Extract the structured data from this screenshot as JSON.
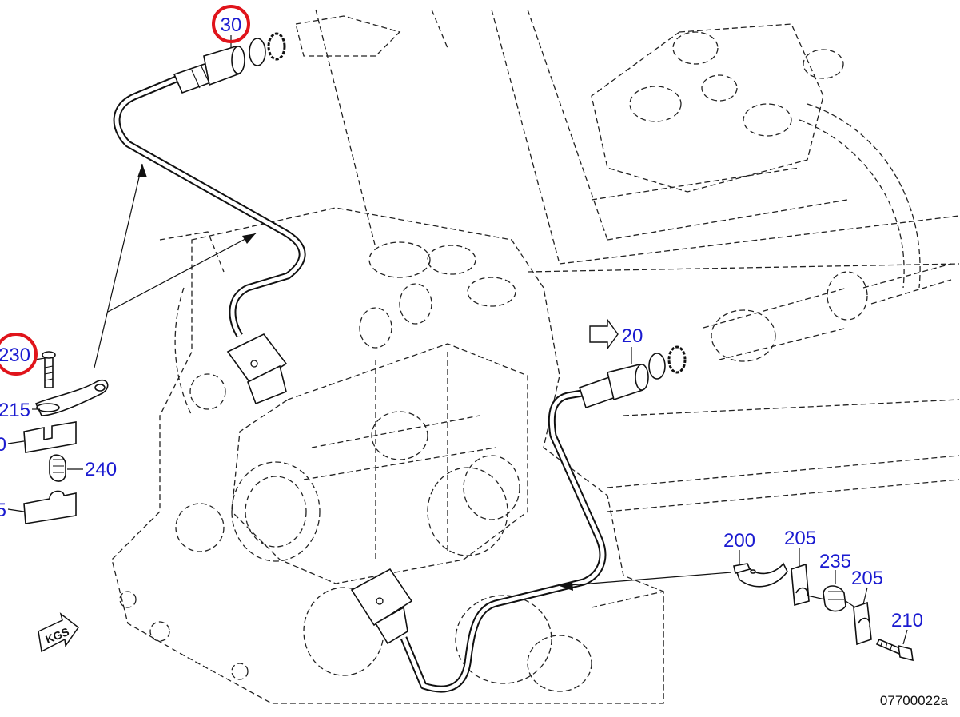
{
  "diagram": {
    "callouts": [
      {
        "id": "c30",
        "label": "30",
        "highlighted": true
      },
      {
        "id": "c20",
        "label": "20",
        "highlighted": false
      },
      {
        "id": "c230",
        "label": "230",
        "highlighted": true
      },
      {
        "id": "c215",
        "label": "215",
        "highlighted": false
      },
      {
        "id": "c210l",
        "label": "0",
        "highlighted": false
      },
      {
        "id": "c240",
        "label": "240",
        "highlighted": false
      },
      {
        "id": "c205l",
        "label": "5",
        "highlighted": false
      },
      {
        "id": "c200",
        "label": "200",
        "highlighted": false
      },
      {
        "id": "c205a",
        "label": "205",
        "highlighted": false
      },
      {
        "id": "c235",
        "label": "235",
        "highlighted": false
      },
      {
        "id": "c205b",
        "label": "205",
        "highlighted": false
      },
      {
        "id": "c210",
        "label": "210",
        "highlighted": false
      }
    ],
    "drawing_number": "07700022a",
    "orientation_badge": "KGS",
    "colors": {
      "callout_text": "#1a1ad0",
      "highlight_ring": "#e0141b",
      "line_art": "#111111"
    }
  }
}
